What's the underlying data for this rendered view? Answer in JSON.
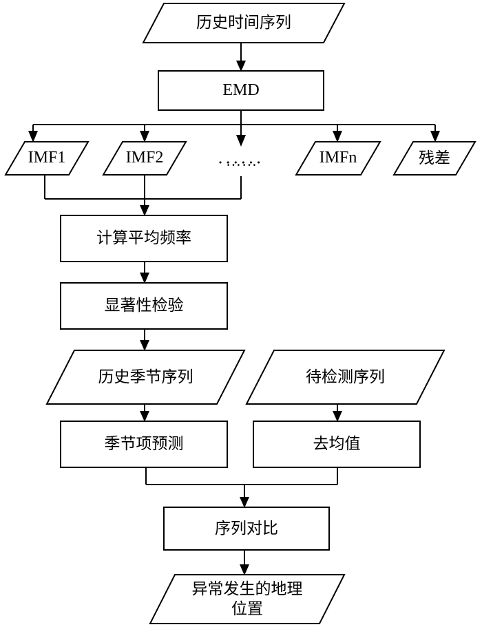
{
  "diagram": {
    "title": "EMD-based seasonal anomaly detection flowchart",
    "background_color": "#ffffff",
    "stroke_color": "#000000",
    "nodes": {
      "historical_time_series": {
        "label": "历史时间序列",
        "shape": "parallelogram"
      },
      "emd": {
        "label": "EMD",
        "shape": "rectangle"
      },
      "imf1": {
        "label": "IMF1",
        "shape": "parallelogram"
      },
      "imf2": {
        "label": "IMF2",
        "shape": "parallelogram"
      },
      "ellipsis": {
        "label": "……",
        "shape": "none"
      },
      "imfn": {
        "label": "IMFn",
        "shape": "parallelogram"
      },
      "residual": {
        "label": "残差",
        "shape": "parallelogram"
      },
      "mean_frequency": {
        "label": "计算平均频率",
        "shape": "rectangle"
      },
      "significance_test": {
        "label": "显著性检验",
        "shape": "rectangle"
      },
      "historical_seasonal_series": {
        "label": "历史季节序列",
        "shape": "parallelogram"
      },
      "series_to_detect": {
        "label": "待检测序列",
        "shape": "parallelogram"
      },
      "seasonal_forecast": {
        "label": "季节项预测",
        "shape": "rectangle"
      },
      "demean": {
        "label": "去均值",
        "shape": "rectangle"
      },
      "series_comparison": {
        "label": "序列对比",
        "shape": "rectangle"
      },
      "anomaly_location": {
        "label": "异常发生的地理\n位置",
        "shape": "parallelogram"
      }
    },
    "edges": [
      {
        "from": "historical_time_series",
        "to": "emd"
      },
      {
        "from": "emd",
        "to": "imf1"
      },
      {
        "from": "emd",
        "to": "imf2"
      },
      {
        "from": "emd",
        "to": "ellipsis"
      },
      {
        "from": "emd",
        "to": "imfn"
      },
      {
        "from": "emd",
        "to": "residual"
      },
      {
        "from": "imf1",
        "to": "mean_frequency"
      },
      {
        "from": "imf2",
        "to": "mean_frequency"
      },
      {
        "from": "ellipsis",
        "to": "mean_frequency"
      },
      {
        "from": "mean_frequency",
        "to": "significance_test"
      },
      {
        "from": "significance_test",
        "to": "historical_seasonal_series"
      },
      {
        "from": "historical_seasonal_series",
        "to": "seasonal_forecast"
      },
      {
        "from": "series_to_detect",
        "to": "demean"
      },
      {
        "from": "seasonal_forecast",
        "to": "series_comparison"
      },
      {
        "from": "demean",
        "to": "series_comparison"
      },
      {
        "from": "series_comparison",
        "to": "anomaly_location"
      }
    ]
  }
}
